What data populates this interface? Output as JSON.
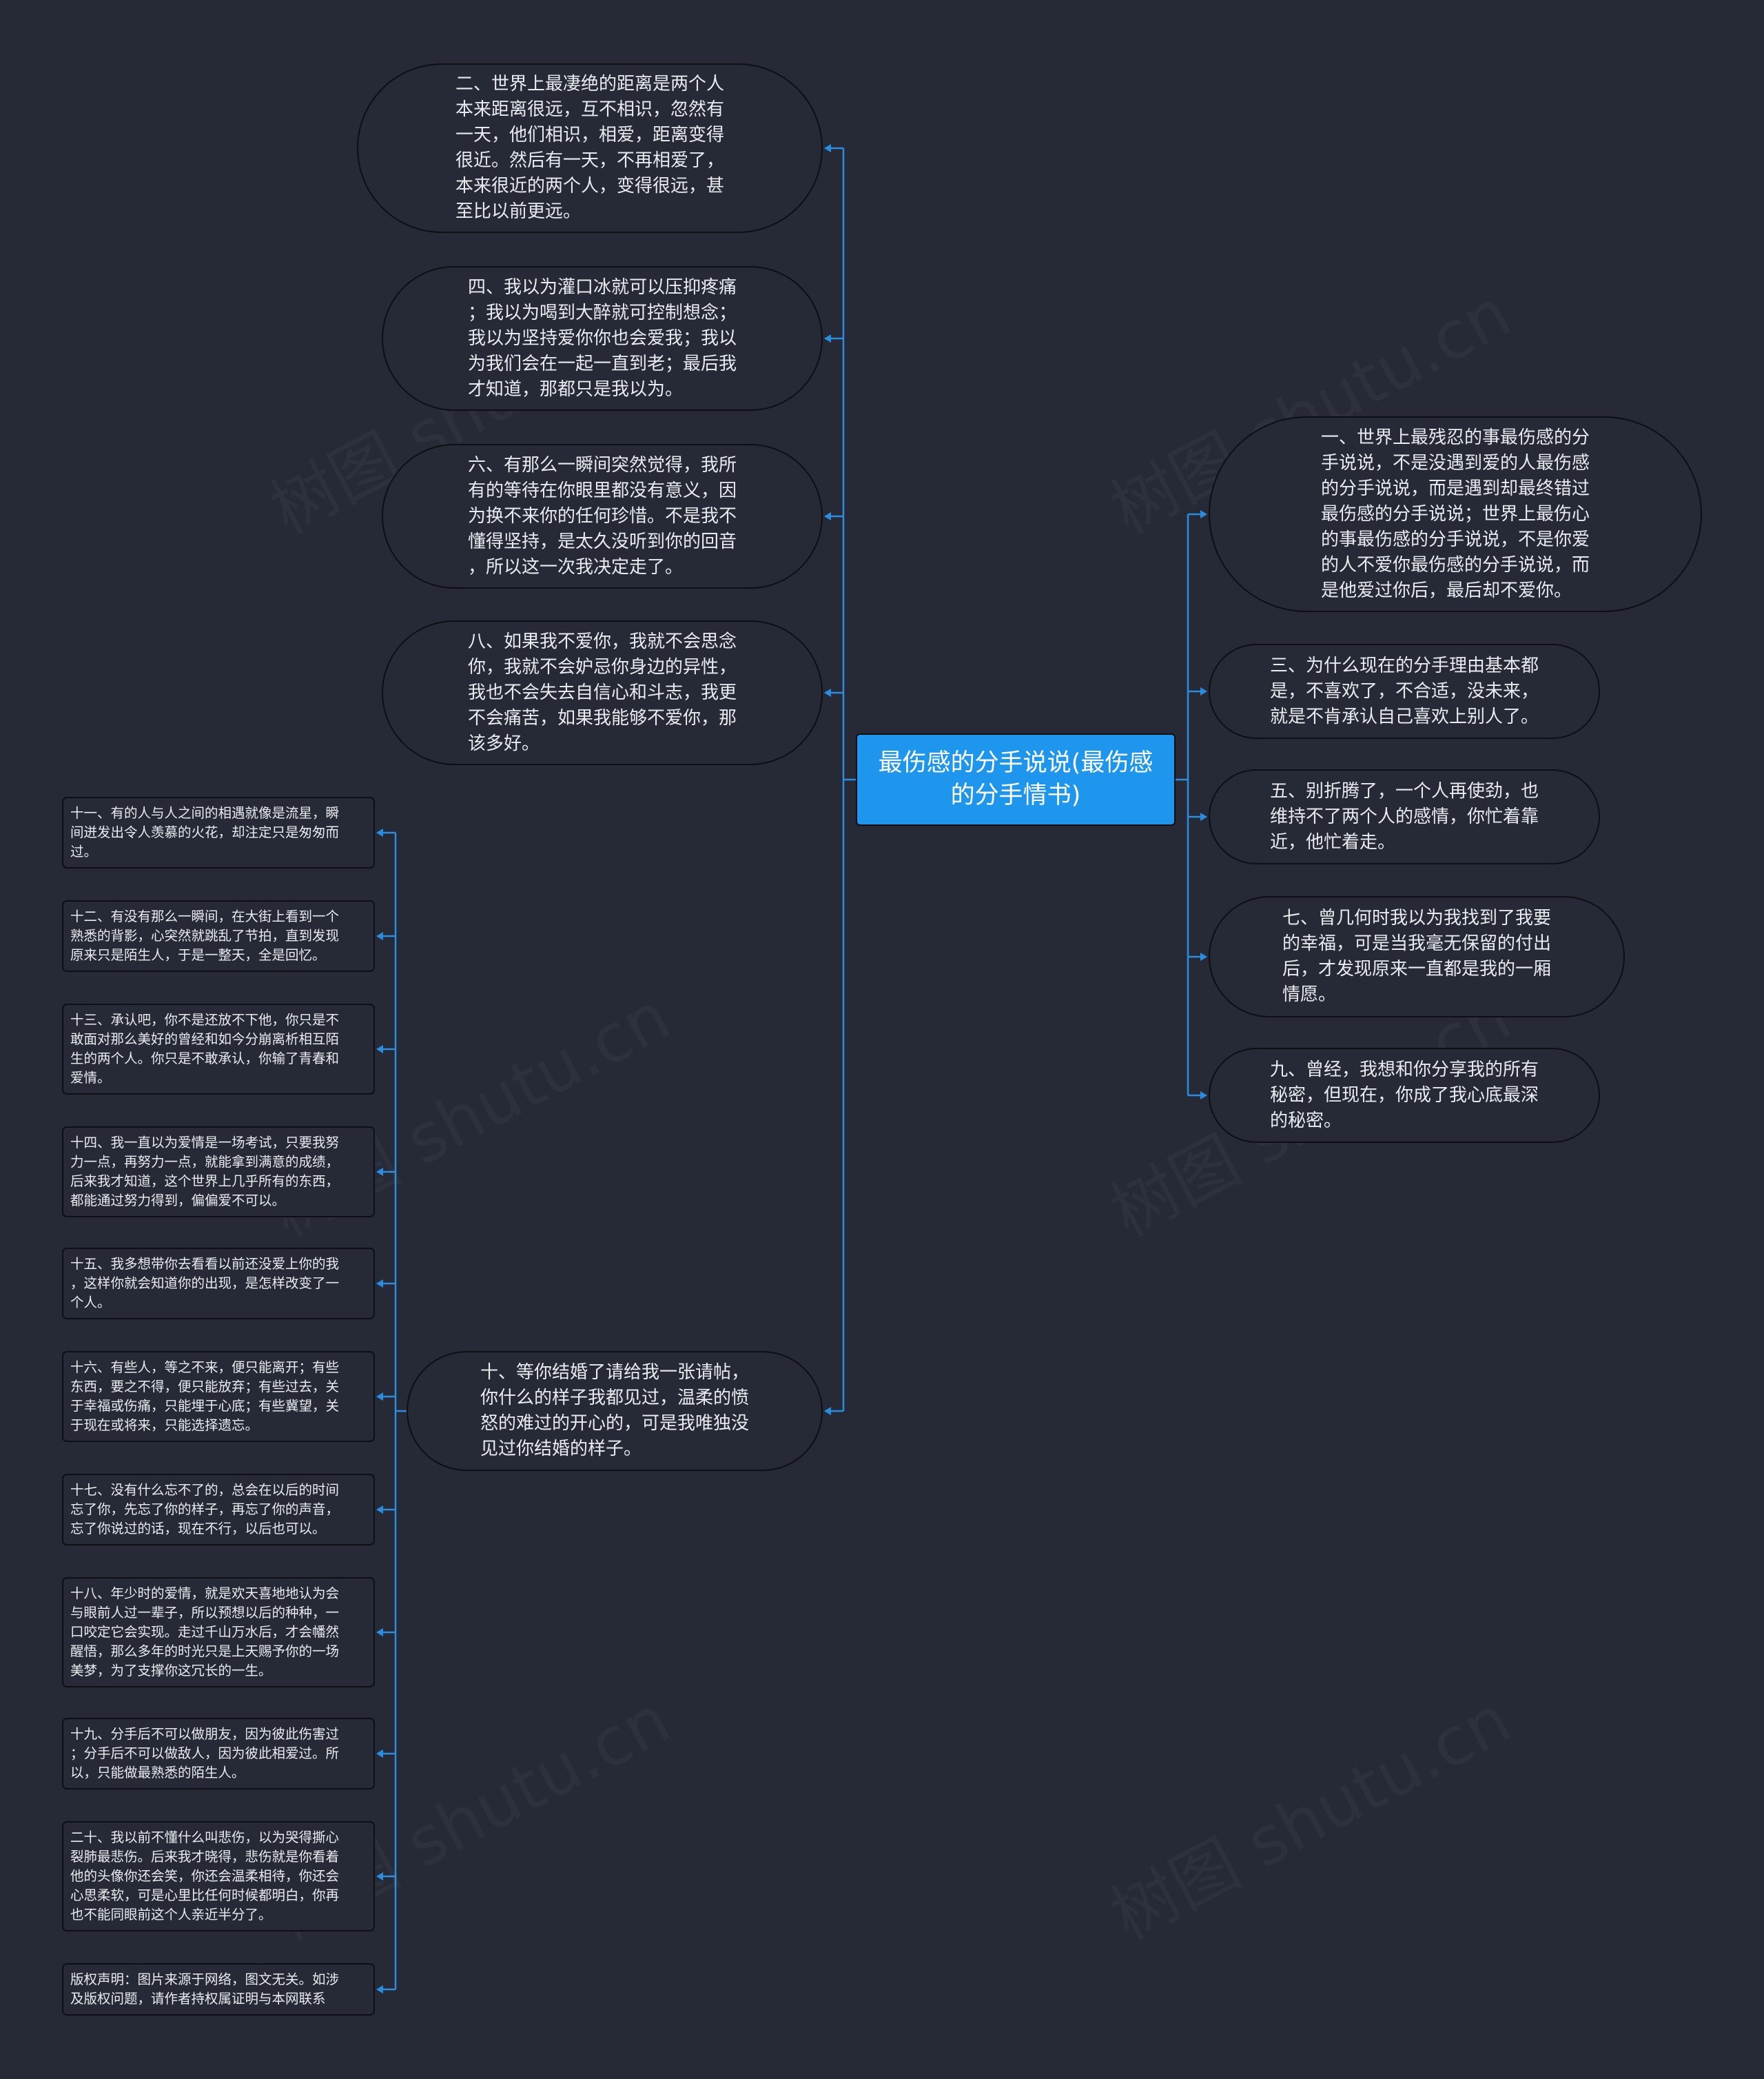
{
  "diagram": {
    "center": {
      "text": "最伤感的分手说说(最伤感\n的分手情书)"
    },
    "left_main": [
      {
        "id": "l2",
        "text": "二、世界上最凄绝的距离是两个人\n本来距离很远，互不相识，忽然有\n一天，他们相识，相爱，距离变得\n很近。然后有一天，不再相爱了，\n本来很近的两个人，变得很远，甚\n至比以前更远。"
      },
      {
        "id": "l4",
        "text": "四、我以为灌口冰就可以压抑疼痛\n；我以为喝到大醉就可控制想念；\n我以为坚持爱你你也会爱我；我以\n为我们会在一起一直到老；最后我\n才知道，那都只是我以为。"
      },
      {
        "id": "l6",
        "text": "六、有那么一瞬间突然觉得，我所\n有的等待在你眼里都没有意义，因\n为换不来你的任何珍惜。不是我不\n懂得坚持，是太久没听到你的回音\n，所以这一次我决定走了。"
      },
      {
        "id": "l8",
        "text": "八、如果我不爱你，我就不会思念\n你，我就不会妒忌你身边的异性，\n我也不会失去自信心和斗志，我更\n不会痛苦，如果我能够不爱你，那\n该多好。"
      },
      {
        "id": "l10",
        "text": "十、等你结婚了请给我一张请帖，\n你什么的样子我都见过，温柔的愤\n怒的难过的开心的，可是我唯独没\n见过你结婚的样子。"
      }
    ],
    "right_main": [
      {
        "id": "r1",
        "text": "一、世界上最残忍的事最伤感的分\n手说说，不是没遇到爱的人最伤感\n的分手说说，而是遇到却最终错过\n最伤感的分手说说；世界上最伤心\n的事最伤感的分手说说，不是你爱\n的人不爱你最伤感的分手说说，而\n是他爱过你后，最后却不爱你。"
      },
      {
        "id": "r3",
        "text": "三、为什么现在的分手理由基本都\n是，不喜欢了，不合适，没未来，\n就是不肯承认自己喜欢上别人了。"
      },
      {
        "id": "r5",
        "text": "五、别折腾了，一个人再使劲，也\n维持不了两个人的感情，你忙着靠\n近，他忙着走。"
      },
      {
        "id": "r7",
        "text": "七、曾几何时我以为我找到了我要\n的幸福，可是当我毫无保留的付出\n后，才发现原来一直都是我的一厢\n情愿。"
      },
      {
        "id": "r9",
        "text": "九、曾经，我想和你分享我的所有\n秘密，但现在，你成了我心底最深\n的秘密。"
      }
    ],
    "sub_items": [
      {
        "id": "s11",
        "text": "十一、有的人与人之间的相遇就像是流星，瞬\n间迸发出令人羡慕的火花，却注定只是匆匆而\n过。"
      },
      {
        "id": "s12",
        "text": "十二、有没有那么一瞬间，在大街上看到一个\n熟悉的背影，心突然就跳乱了节拍，直到发现\n原来只是陌生人，于是一整天，全是回忆。"
      },
      {
        "id": "s13",
        "text": "十三、承认吧，你不是还放不下他，你只是不\n敢面对那么美好的曾经和如今分崩离析相互陌\n生的两个人。你只是不敢承认，你输了青春和\n爱情。"
      },
      {
        "id": "s14",
        "text": "十四、我一直以为爱情是一场考试，只要我努\n力一点，再努力一点，就能拿到满意的成绩，\n后来我才知道，这个世界上几乎所有的东西，\n都能通过努力得到，偏偏爱不可以。"
      },
      {
        "id": "s15",
        "text": "十五、我多想带你去看看以前还没爱上你的我\n，这样你就会知道你的出现，是怎样改变了一\n个人。"
      },
      {
        "id": "s16",
        "text": "十六、有些人，等之不来，便只能离开；有些\n东西，要之不得，便只能放弃；有些过去，关\n于幸福或伤痛，只能埋于心底；有些冀望，关\n于现在或将来，只能选择遗忘。"
      },
      {
        "id": "s17",
        "text": "十七、没有什么忘不了的，总会在以后的时间\n忘了你，先忘了你的样子，再忘了你的声音，\n忘了你说过的话，现在不行，以后也可以。"
      },
      {
        "id": "s18",
        "text": "十八、年少时的爱情，就是欢天喜地地认为会\n与眼前人过一辈子，所以预想以后的种种，一\n口咬定它会实现。走过千山万水后，才会幡然\n醒悟，那么多年的时光只是上天赐予你的一场\n美梦，为了支撑你这冗长的一生。"
      },
      {
        "id": "s19",
        "text": "十九、分手后不可以做朋友，因为彼此伤害过\n；分手后不可以做敌人，因为彼此相爱过。所\n以，只能做最熟悉的陌生人。"
      },
      {
        "id": "s20",
        "text": "二十、我以前不懂什么叫悲伤，以为哭得撕心\n裂肺最悲伤。后来我才晓得，悲伤就是你看着\n他的头像你还会笑，你还会温柔相待，你还会\n心思柔软，可是心里比任何时候都明白，你再\n也不能同眼前这个人亲近半分了。"
      },
      {
        "id": "s21",
        "text": "版权声明：图片来源于网络，图文无关。如涉\n及版权问题，请作者持权属证明与本网联系"
      }
    ],
    "watermark": "树图 shutu.cn",
    "colors": {
      "background": "#262a36",
      "center_fill": "#1f96ee",
      "line": "#2a8de0",
      "node_border": "#0d0f14",
      "text": "#e9ebef"
    }
  }
}
